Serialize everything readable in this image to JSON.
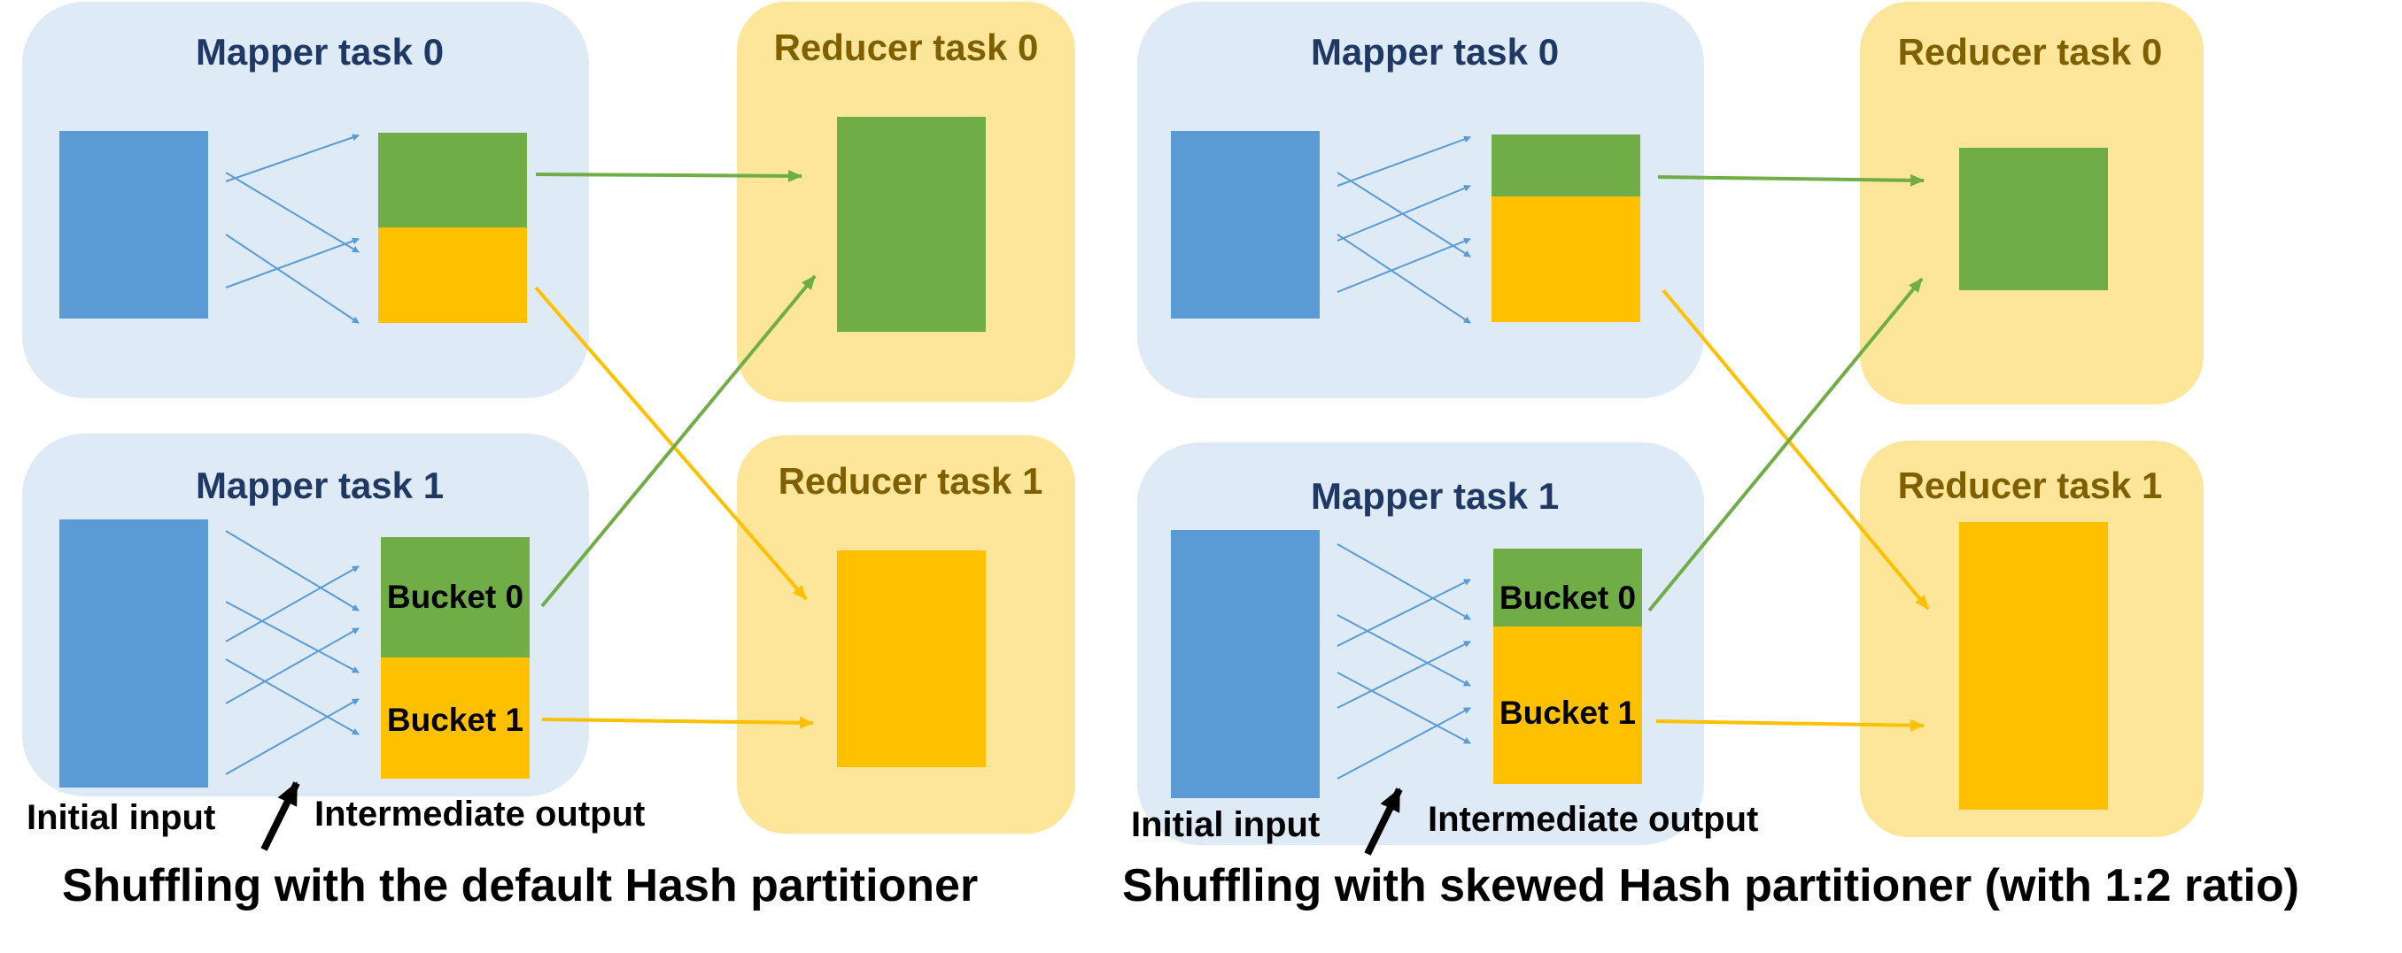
{
  "colors": {
    "mapper_bg": "#deeaf6",
    "reducer_bg": "#fde699",
    "input_block": "#5b9bd5",
    "bucket0": "#70ad47",
    "bucket1": "#ffc000",
    "mapper_title": "#1f3864",
    "reducer_title": "#7f6000",
    "fanout_arrow": "#5b9bd5"
  },
  "left_panel": {
    "mapper0_title": "Mapper task 0",
    "mapper1_title": "Mapper task 1",
    "reducer0_title": "Reducer task 0",
    "reducer1_title": "Reducer task 1",
    "bucket0_label": "Bucket 0",
    "bucket1_label": "Bucket 1",
    "initial_input_label": "Initial input",
    "intermediate_output_label": "Intermediate output",
    "caption": "Shuffling with the default Hash partitioner"
  },
  "right_panel": {
    "mapper0_title": "Mapper task 0",
    "mapper1_title": "Mapper task 1",
    "reducer0_title": "Reducer task 0",
    "reducer1_title": "Reducer task 1",
    "bucket0_label": "Bucket 0",
    "bucket1_label": "Bucket 1",
    "initial_input_label": "Initial input",
    "intermediate_output_label": "Intermediate output",
    "caption": "Shuffling with skewed Hash partitioner (with 1:2 ratio)"
  }
}
